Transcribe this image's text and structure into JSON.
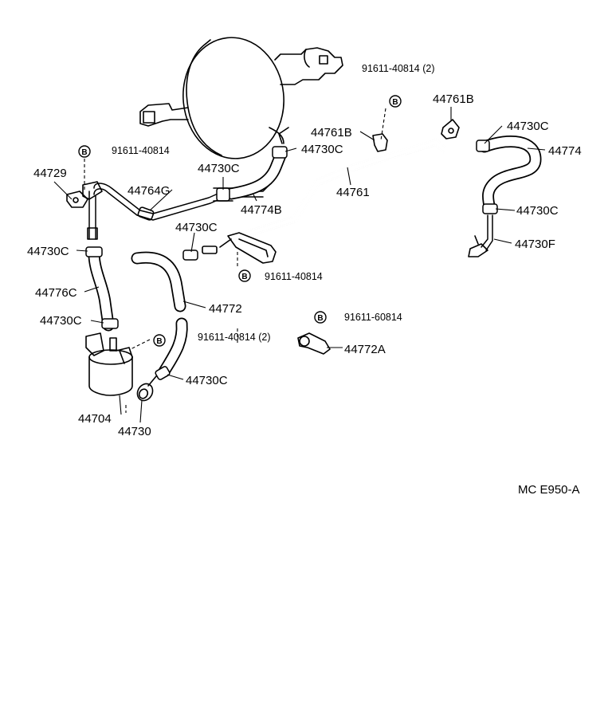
{
  "diagram": {
    "code": "MC E950-A",
    "bolt_symbol": "B",
    "labels": {
      "p44729": "44729",
      "p44730c_a": "44730C",
      "p44776c": "44776C",
      "p44730c_b": "44730C",
      "p44704": "44704",
      "p44730": "44730",
      "p44764g": "44764G",
      "p44730c_c": "44730C",
      "p44774b": "44774B",
      "p44730c_d": "44730C",
      "p44730c_e": "44730C",
      "p44772": "44772",
      "p44730c_f": "44730C",
      "p44761b_a": "44761B",
      "p44761": "44761",
      "p44761b_b": "44761B",
      "p44730c_g": "44730C",
      "p44774": "44774",
      "p44730c_h": "44730C",
      "p44730f": "44730F",
      "p44772a": "44772A",
      "bolt_1": "91611-40814",
      "bolt_2": "91611-40814 (2)",
      "bolt_3": "91611-40814",
      "bolt_4": "91611-40814 (2)",
      "bolt_5": "91611-60814"
    }
  }
}
